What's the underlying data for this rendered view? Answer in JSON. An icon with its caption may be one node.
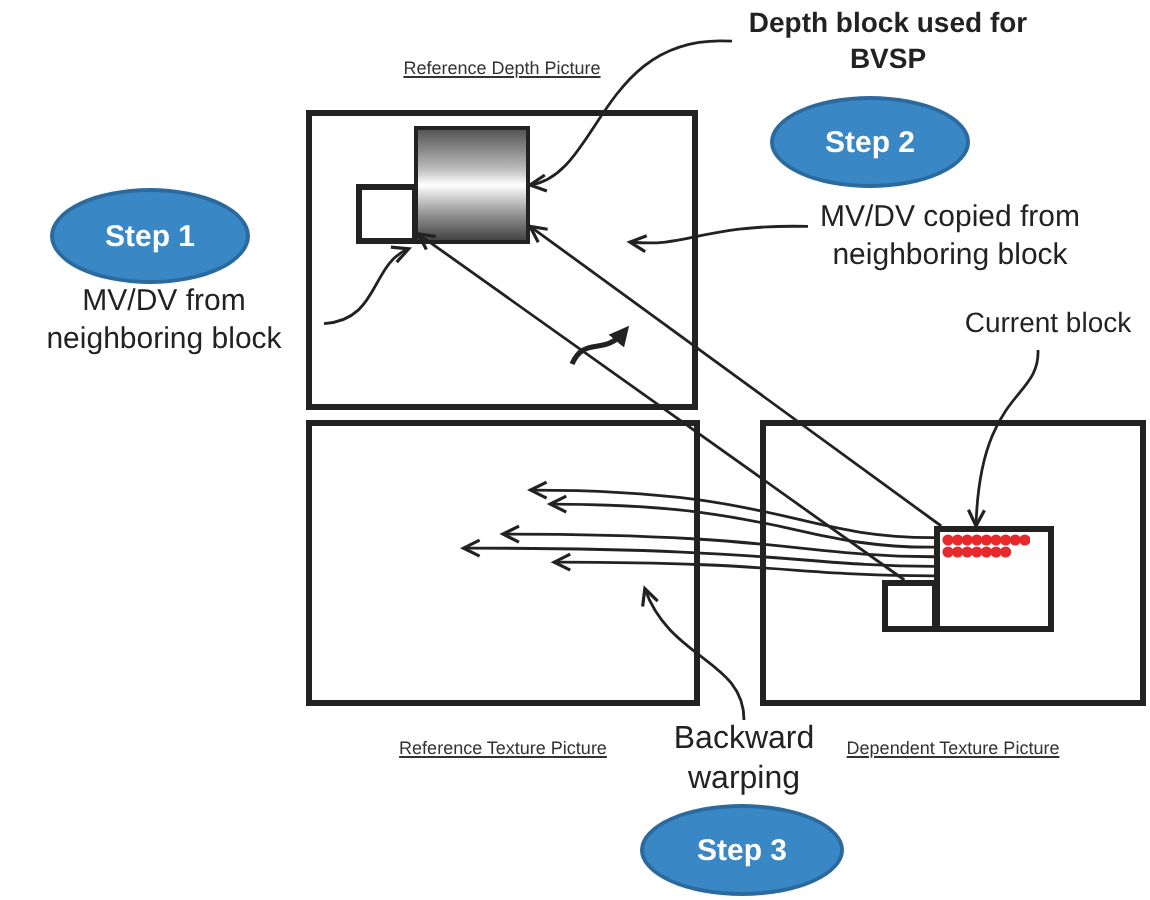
{
  "diagram": {
    "nodes": [
      {
        "text": [
          "Depth block used for BVSP"
        ]
      },
      {
        "text": [
          "Reference Depth Picture"
        ]
      },
      {
        "text": [],
        "shape": "box",
        "in": 1
      },
      {
        "text": [],
        "shape": "box",
        "in": 1
      },
      {
        "text": [
          "Step 2"
        ]
      },
      {
        "text": [
          "Step 1"
        ]
      },
      {
        "text": [
          "MV/DV from neighboring block"
        ]
      },
      {
        "text": [
          "MV/DV copied from neighboring block"
        ]
      },
      {
        "text": [
          "Current block"
        ]
      },
      {
        "text": [
          "Reference Texture Picture"
        ]
      },
      {
        "text": [
          "Dependent Texture Picture"
        ]
      },
      {
        "text": [],
        "shape": "box",
        "in": 10
      },
      {
        "text": [],
        "shape": "box",
        "in": 10
      },
      {
        "text": [
          "Backward warping"
        ]
      },
      {
        "text": [
          "Step 3"
        ]
      }
    ],
    "edges": [
      {
        "from": 0,
        "to": 3,
        "arrow": "to"
      },
      {
        "from": 6,
        "to": 2,
        "arrow": "to"
      },
      {
        "from": 7,
        "to": null,
        "arrow": "to"
      },
      {
        "from": 8,
        "to": 12,
        "arrow": "to"
      },
      {
        "from": 11,
        "to": 2,
        "arrow": "to"
      },
      {
        "from": 12,
        "to": 3,
        "arrow": "to"
      },
      {
        "from": 12,
        "to": 9,
        "arrow": "to"
      },
      {
        "from": 12,
        "to": 9,
        "arrow": "to"
      },
      {
        "from": 12,
        "to": 9,
        "arrow": "to"
      },
      {
        "from": 12,
        "to": 9,
        "arrow": "to"
      },
      {
        "from": 12,
        "to": 9,
        "arrow": "to"
      },
      {
        "from": 13,
        "to": 9,
        "arrow": "to"
      }
    ]
  }
}
